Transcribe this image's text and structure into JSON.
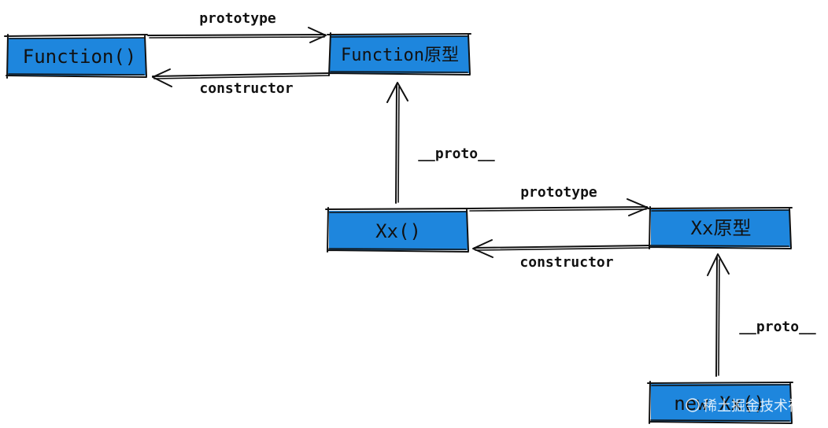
{
  "nodes": {
    "function_ctor": {
      "label": "Function()"
    },
    "function_proto": {
      "label": "Function原型"
    },
    "xx_ctor": {
      "label": "Xx()"
    },
    "xx_proto": {
      "label": "Xx原型"
    },
    "new_xx": {
      "label": "new Xx()"
    }
  },
  "edges": {
    "fn_prototype": {
      "label": "prototype"
    },
    "fn_constructor": {
      "label": "constructor"
    },
    "xx_to_fnproto": {
      "label": "__proto__"
    },
    "xx_prototype": {
      "label": "prototype"
    },
    "xx_constructor": {
      "label": "constructor"
    },
    "newxx_to_xxproto": {
      "label": "__proto__"
    }
  },
  "watermark": {
    "text": "稀土掘金技术社区"
  },
  "colors": {
    "box_fill": "#1e86dd",
    "stroke": "#111111",
    "background": "#ffffff"
  }
}
